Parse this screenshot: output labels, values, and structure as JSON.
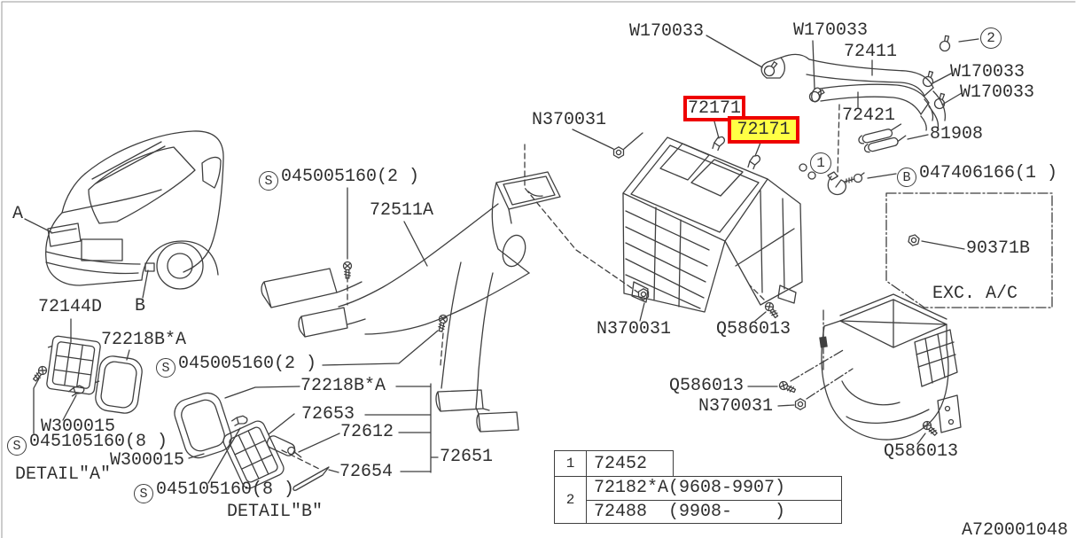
{
  "drawing": {
    "ref_code": "A720001048",
    "exc_ac_note": "EXC. A/C",
    "detail_a_title": "DETAIL\"A\"",
    "detail_b_title": "DETAIL\"B\"",
    "view_a": "A",
    "view_b": "B",
    "highlight_border_color": "#ee0000",
    "highlight_fill_color": "#ffff45",
    "line_color": "#3f3f3f"
  },
  "labels": {
    "w170033_1": "W170033",
    "w170033_2": "W170033",
    "w170033_3": "W170033",
    "w170033_4": "W170033",
    "p72411": "72411",
    "p72421": "72421",
    "p81908": "81908",
    "p72171_a": "72171",
    "p72171_b": "72171",
    "n370031_top": "N370031",
    "n370031_bottom": "N370031",
    "n370031_blower": "N370031",
    "q586013_heater": "Q586013",
    "q586013_blower_side": "Q586013",
    "q586013_blower_bottom": "Q586013",
    "p90371b": "90371B",
    "p72511a": "72511A",
    "p72144d": "72144D",
    "p72218ba_1": "72218B*A",
    "p72218ba_2": "72218B*A",
    "p72653": "72653",
    "p72612": "72612",
    "p72654": "72654",
    "p72651": "72651",
    "w300015_1": "W300015",
    "w300015_2": "W300015"
  },
  "fasteners": {
    "s_top": {
      "prefix": "S",
      "number": "045005160(2 )"
    },
    "s_mid": {
      "prefix": "S",
      "number": "045005160(2 )"
    },
    "s_detail_a": {
      "prefix": "S",
      "number": "045105160(8 )"
    },
    "s_detail_b": {
      "prefix": "S",
      "number": "045105160(8 )"
    },
    "b_bolt": {
      "prefix": "B",
      "number": "047406166(1 )"
    }
  },
  "callout_circles": {
    "one": "1",
    "two": "2"
  },
  "table": {
    "rows": [
      {
        "key": "1",
        "values": [
          "72452"
        ]
      },
      {
        "key": "2",
        "values": [
          "72182*A(9608-9907)",
          "72488  (9908-    )"
        ]
      }
    ]
  }
}
